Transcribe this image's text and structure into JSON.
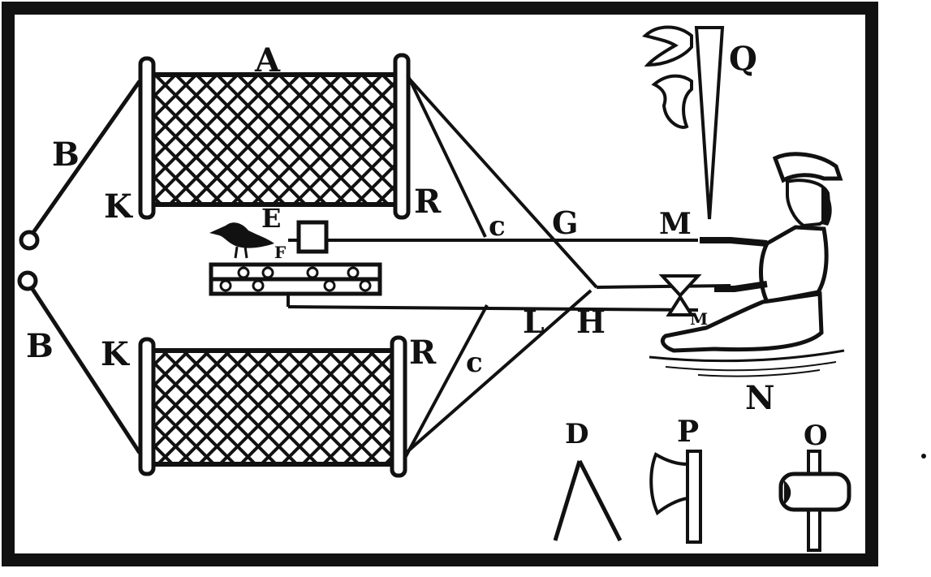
{
  "colors": {
    "ink": "#111111",
    "paper": "#ffffff"
  },
  "labels": {
    "A": "A",
    "B_upper": "B",
    "B_lower": "B",
    "K_upper": "K",
    "K_lower": "K",
    "R_upper": "R",
    "R_lower": "R",
    "E": "E",
    "F": "F",
    "C_upper": "c",
    "C_lower": "c",
    "G": "G",
    "H": "H",
    "L": "L",
    "M_upper": "M",
    "M_lower": "M",
    "N": "N",
    "Q": "Q",
    "D": "D",
    "P": "P",
    "O": "O"
  },
  "icons": {
    "seated_fowler": "man-seated-icon",
    "decoy_bird": "bird-icon",
    "axe": "axe-icon",
    "mallet": "mallet-icon",
    "stake": "stake-icon",
    "feathered_stick": "feather-stick-icon",
    "forked_stick": "forked-stick-icon",
    "hourglass_stake": "hourglass-stake-icon"
  }
}
